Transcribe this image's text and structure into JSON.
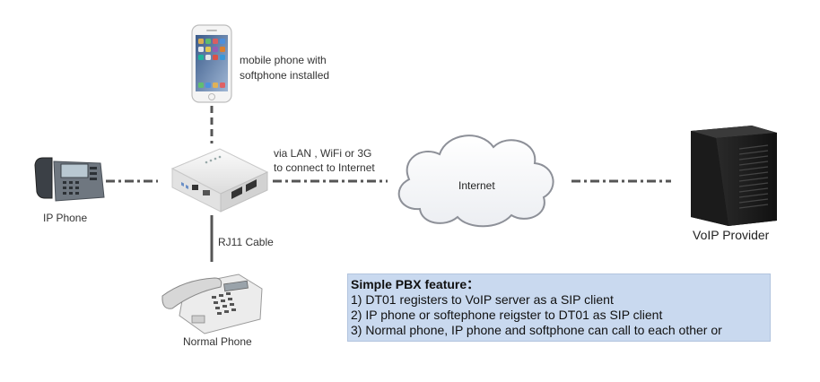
{
  "labels": {
    "mobile_line1": "mobile phone with",
    "mobile_line2": "softphone installed",
    "via_line1": "via LAN , WiFi or 3G",
    "via_line2": "to connect to Internet",
    "internet": "Internet",
    "ip_phone": "IP Phone",
    "rj11": "RJ11 Cable",
    "normal_phone": "Normal Phone",
    "voip_provider": "VoIP Provider"
  },
  "feature": {
    "title": "Simple PBX feature：",
    "items": [
      "1) DT01 registers to VoIP server as a SIP client",
      "2) IP phone or softephone reigster to DT01 as SIP client",
      "3) Normal phone, IP phone and softphone can call to each other or"
    ]
  },
  "colors": {
    "connector": "#555555",
    "feature_bg": "#c9d9ef",
    "server_body": "#1c1c1c"
  }
}
